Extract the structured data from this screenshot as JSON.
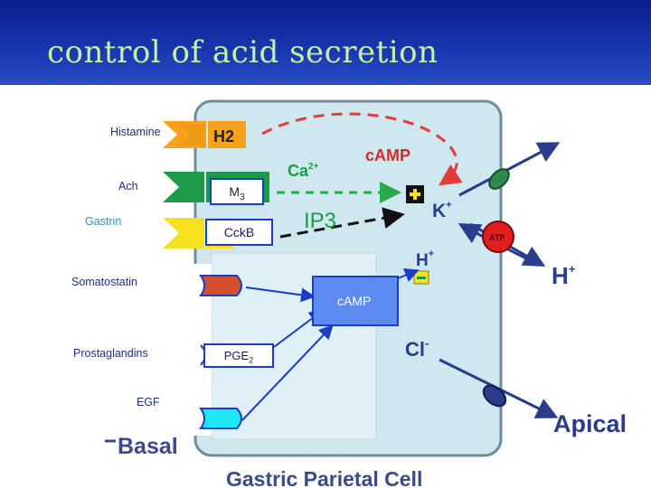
{
  "title": "control of acid secretion",
  "receptors": {
    "h2": "H2",
    "m3_main": "M",
    "m3_sub": "3",
    "cckb": "CckB",
    "pge_main": "PGE",
    "pge_sub": "2"
  },
  "agonists": {
    "histamine": "Histamine",
    "ach": "Ach",
    "gastrin": "Gastrin",
    "somatostatin": "Somatostatin",
    "prostaglandins": "Prostaglandins",
    "egf": "EGF"
  },
  "messengers": {
    "camp_top": "cAMP",
    "ca": "Ca",
    "ca_sup": "2+",
    "ip3": "IP3",
    "camp_box": "cAMP"
  },
  "ions": {
    "k": "K",
    "k_sup": "+",
    "h": "H",
    "h_sup": "+",
    "h_out": "H",
    "h_out_sup": "+",
    "cl": "Cl",
    "cl_sup": "-",
    "atp": "ATP",
    "plus": "+",
    "minus": "-"
  },
  "side_labels": {
    "apical": "Apical",
    "basal": "Basal",
    "cell": "Gastric Parietal Cell"
  },
  "colors": {
    "cell_fill": "#cfe8ef",
    "inner_fill": "#dff1f6",
    "red_dash": "#e23b3b",
    "green_dash": "#2ea84a",
    "arrow_blue": "#1a3cc8",
    "orange": "#f7a21c",
    "green": "#1d9b49",
    "yellow": "#f4e21c",
    "rust": "#d4502a",
    "cyan": "#20e8f8"
  }
}
